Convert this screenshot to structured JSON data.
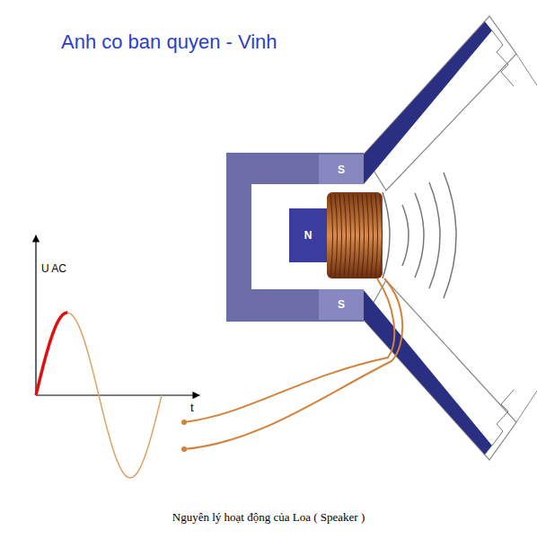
{
  "diagram": {
    "caption": "Nguyên lý hoạt động của Loa ( Speaker )",
    "nodes": [
      {
        "text": [
          "S"
        ]
      },
      {
        "text": [
          "N"
        ]
      },
      {
        "text": [
          "S"
        ]
      }
    ],
    "labels": [
      "Anh co ban quyen - Vinh",
      "U AC",
      "t"
    ]
  }
}
